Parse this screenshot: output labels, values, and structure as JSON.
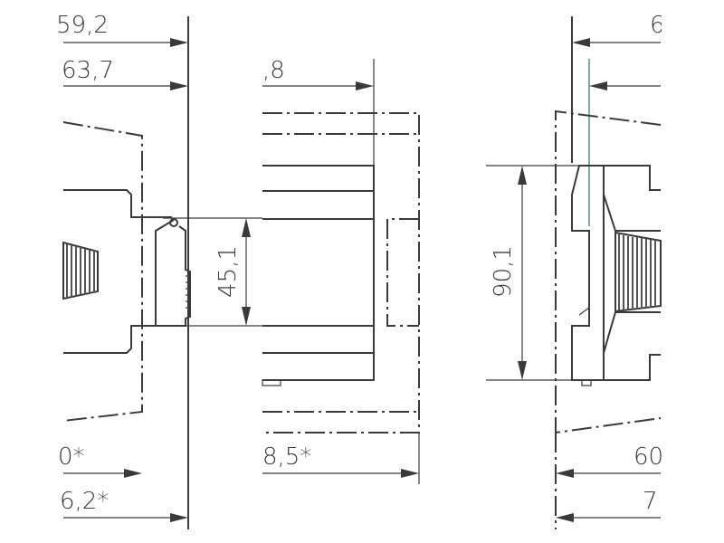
{
  "drawing": {
    "dimensions": {
      "top_left_1": "59,2",
      "top_left_2": "63,7",
      "top_mid": ",8",
      "vertical_mid": "45,1",
      "vertical_right": "90,1",
      "top_right": "6",
      "bottom_left_1": "0*",
      "bottom_left_2": "6,2*",
      "bottom_mid": "8,5*",
      "bottom_right_1": "60",
      "bottom_right_2": "7"
    },
    "colors": {
      "line": "#3a3a3a",
      "accent_line": "#4a8a6a"
    }
  }
}
